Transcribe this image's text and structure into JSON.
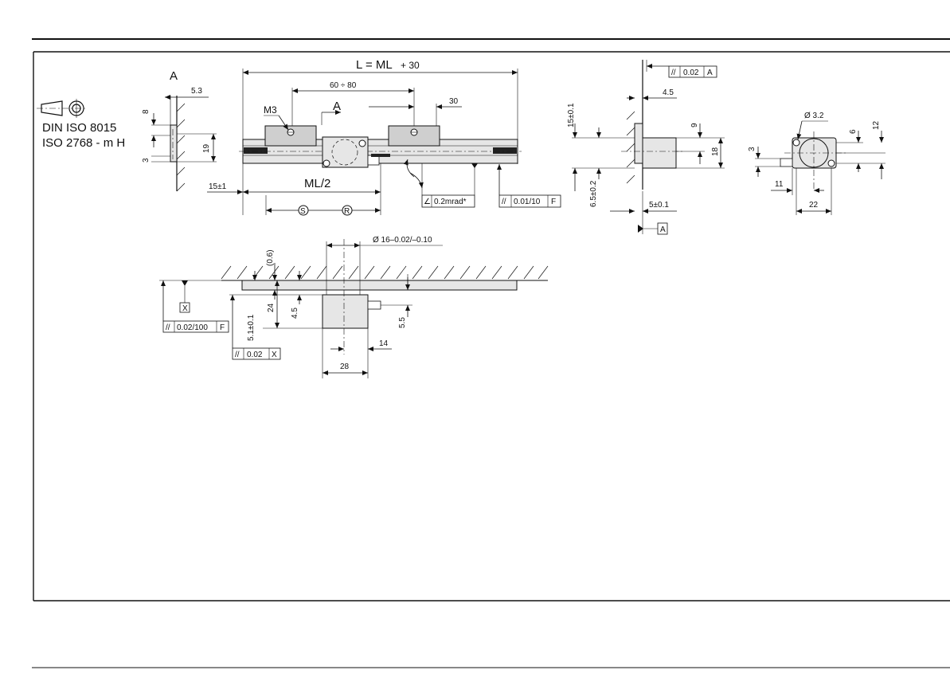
{
  "standards": {
    "line1": "DIN ISO 8015",
    "line2": "ISO 2768 - m H"
  },
  "view_a": {
    "title": "A",
    "dims": {
      "d5_3": "5.3",
      "d8": "8",
      "d3": "3",
      "d19": "19"
    }
  },
  "main_view": {
    "length_label": "L = ML",
    "length_suffix": "+ 30",
    "d60_80": "60 ÷ 80",
    "d30": "30",
    "m3": "M3",
    "section_a": "A",
    "d15": "15±1",
    "ml_half": "ML/2",
    "datum_s": "S",
    "datum_r": "R",
    "tol_angle": "0.2mrad*",
    "tol_par_sym": "//",
    "tol_par_value": "0.01/10",
    "tol_par_ref": "F"
  },
  "side_view": {
    "tol_sym": "//",
    "tol_value": "0.02",
    "tol_ref": "A",
    "d4_5": "4.5",
    "d15": "15±0.1",
    "d9": "9",
    "d18": "18",
    "d6_5": "6.5±0.2",
    "d5": "5±0.1",
    "datum": "A"
  },
  "end_view": {
    "dia": "Ø 3.2",
    "d6": "6",
    "d12": "12",
    "d3": "3",
    "d11": "11",
    "d22": "22"
  },
  "mount_view": {
    "dia": "Ø 16–0.02/–0.10",
    "d0_6": "(0.6)",
    "d24": "24",
    "d4_5": "4.5",
    "d5_1": "5.1±0.1",
    "d5_5": "5.5",
    "d14": "14",
    "d28": "28",
    "datum_x": "X",
    "tol1_sym": "//",
    "tol1_value": "0.02/100",
    "tol1_ref": "F",
    "tol2_sym": "//",
    "tol2_value": "0.02",
    "tol2_ref": "X"
  }
}
